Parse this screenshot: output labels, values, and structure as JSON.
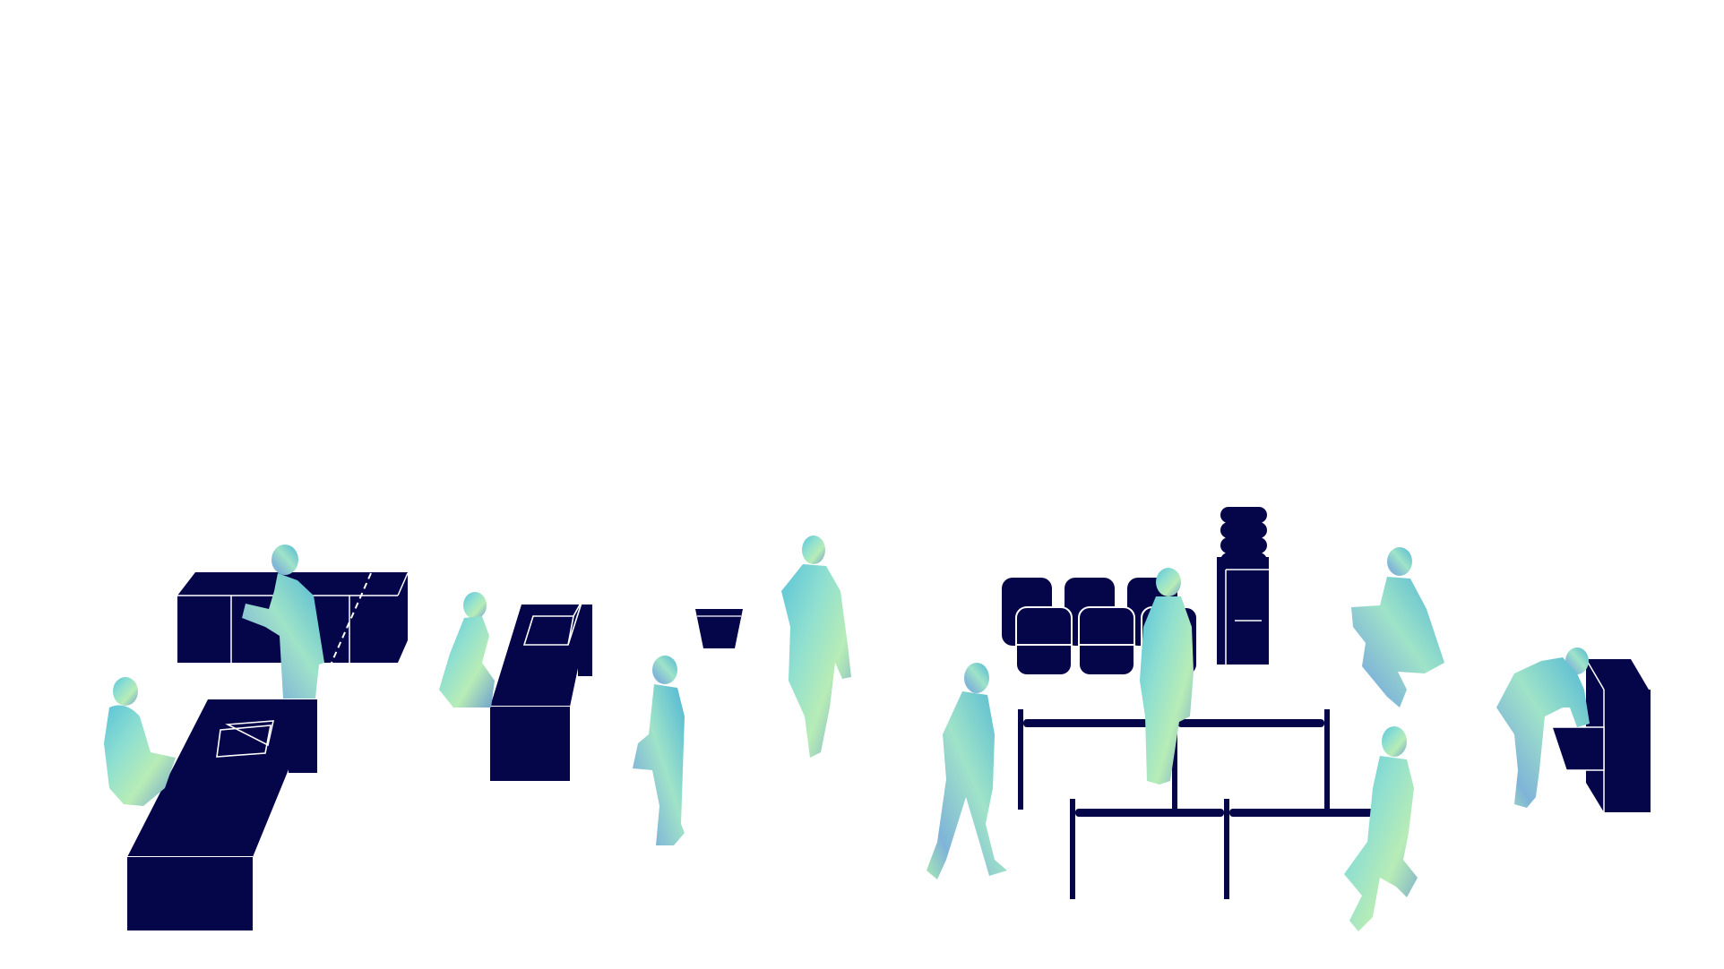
{
  "palette": {
    "background": "#ffffff",
    "furniture": "#05054a",
    "line": "#ffffff",
    "figure_gradient": [
      "#5bc4d8",
      "#8fdfd0",
      "#b7ecb6",
      "#6d9fcf"
    ]
  },
  "scene": {
    "description_shown_text": "",
    "furniture_items": [
      "long-cabinet",
      "tilted-table-left",
      "tilted-table-middle",
      "waste-bin",
      "waiting-chairs",
      "water-cooler",
      "queue-barrier-back",
      "queue-barrier-front",
      "side-cabinet"
    ],
    "figures": [
      "person-sitting-left",
      "person-standing-reading",
      "person-sitting-crosslegged",
      "person-standing-bag",
      "person-walking-phone",
      "person-walking-center",
      "person-standing-woman",
      "person-sitting-reading-right",
      "person-walking-right",
      "person-bending-cabinet"
    ]
  }
}
